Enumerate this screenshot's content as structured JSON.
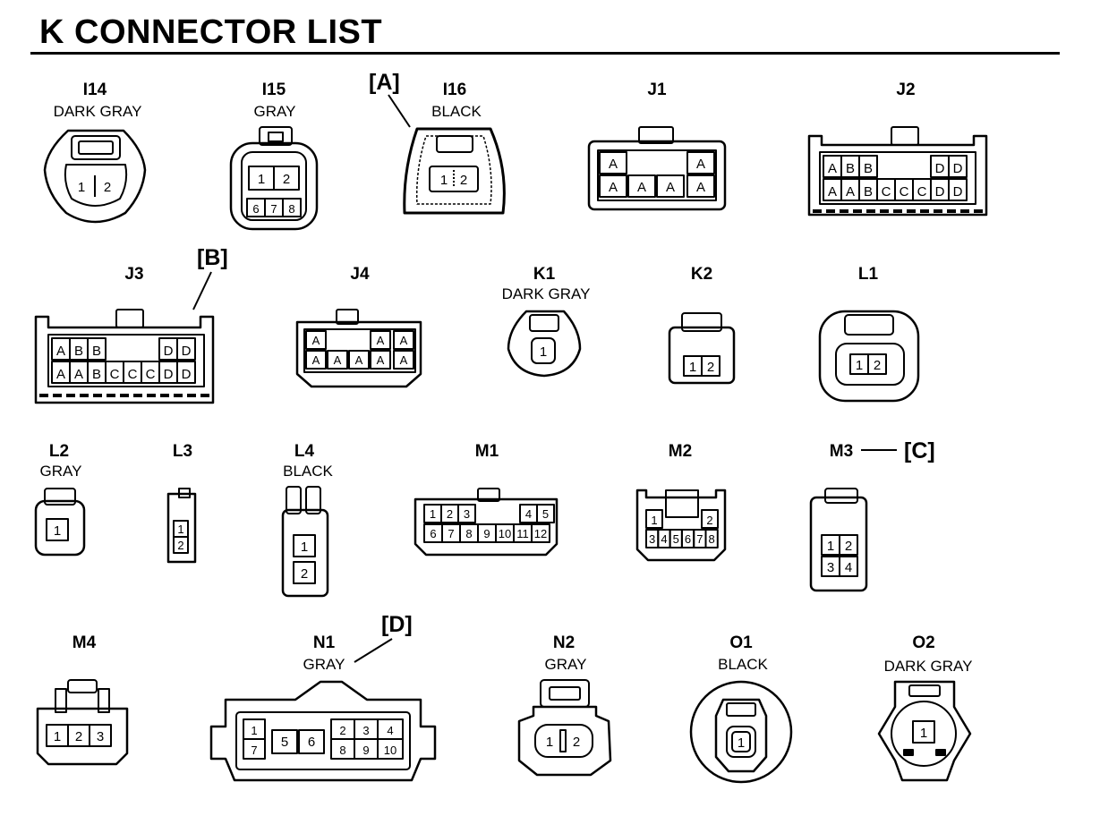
{
  "page": {
    "title": "K  CONNECTOR LIST"
  },
  "connectors": {
    "I14": {
      "id": "I14",
      "color": "DARK GRAY",
      "pins": [
        "1",
        "2"
      ]
    },
    "I15": {
      "id": "I15",
      "color": "GRAY",
      "pins": [
        "1",
        "2",
        "6",
        "7",
        "8"
      ]
    },
    "I16": {
      "id": "I16",
      "color": "BLACK",
      "pins": [
        "1",
        "2"
      ]
    },
    "J1": {
      "id": "J1",
      "pins": [
        "A",
        "A",
        "A",
        "A",
        "A",
        "A"
      ]
    },
    "J2": {
      "id": "J2",
      "pins": [
        "A",
        "B",
        "B",
        "D",
        "D",
        "A",
        "A",
        "B",
        "C",
        "C",
        "C",
        "D",
        "D"
      ]
    },
    "J3": {
      "id": "J3",
      "pins": [
        "A",
        "B",
        "B",
        "D",
        "D",
        "A",
        "A",
        "B",
        "C",
        "C",
        "C",
        "D",
        "D"
      ]
    },
    "J4": {
      "id": "J4",
      "pins": [
        "A",
        "A",
        "A",
        "A",
        "A",
        "A",
        "A",
        "A"
      ]
    },
    "K1": {
      "id": "K1",
      "color": "DARK GRAY",
      "pins": [
        "1"
      ]
    },
    "K2": {
      "id": "K2",
      "pins": [
        "1",
        "2"
      ]
    },
    "L1": {
      "id": "L1",
      "pins": [
        "1",
        "2"
      ]
    },
    "L2": {
      "id": "L2",
      "color": "GRAY",
      "pins": [
        "1"
      ]
    },
    "L3": {
      "id": "L3",
      "pins": [
        "1",
        "2"
      ]
    },
    "L4": {
      "id": "L4",
      "color": "BLACK",
      "pins": [
        "1",
        "2"
      ]
    },
    "M1": {
      "id": "M1",
      "pins": [
        "1",
        "2",
        "3",
        "4",
        "5",
        "6",
        "7",
        "8",
        "9",
        "10",
        "11",
        "12"
      ]
    },
    "M2": {
      "id": "M2",
      "pins": [
        "1",
        "2",
        "3",
        "4",
        "5",
        "6",
        "7",
        "8"
      ]
    },
    "M3": {
      "id": "M3",
      "pins": [
        "1",
        "2",
        "3",
        "4"
      ]
    },
    "M4": {
      "id": "M4",
      "pins": [
        "1",
        "2",
        "3"
      ]
    },
    "N1": {
      "id": "N1",
      "color": "GRAY",
      "pins": [
        "1",
        "7",
        "5",
        "6",
        "2",
        "3",
        "4",
        "8",
        "9",
        "10"
      ]
    },
    "N2": {
      "id": "N2",
      "color": "GRAY",
      "pins": [
        "1",
        "2"
      ]
    },
    "O1": {
      "id": "O1",
      "color": "BLACK",
      "pins": [
        "1"
      ]
    },
    "O2": {
      "id": "O2",
      "color": "DARK GRAY",
      "pins": [
        "1"
      ]
    }
  },
  "callouts": {
    "A": "[A]",
    "B": "[B]",
    "C": "[C]",
    "D": "[D]"
  }
}
